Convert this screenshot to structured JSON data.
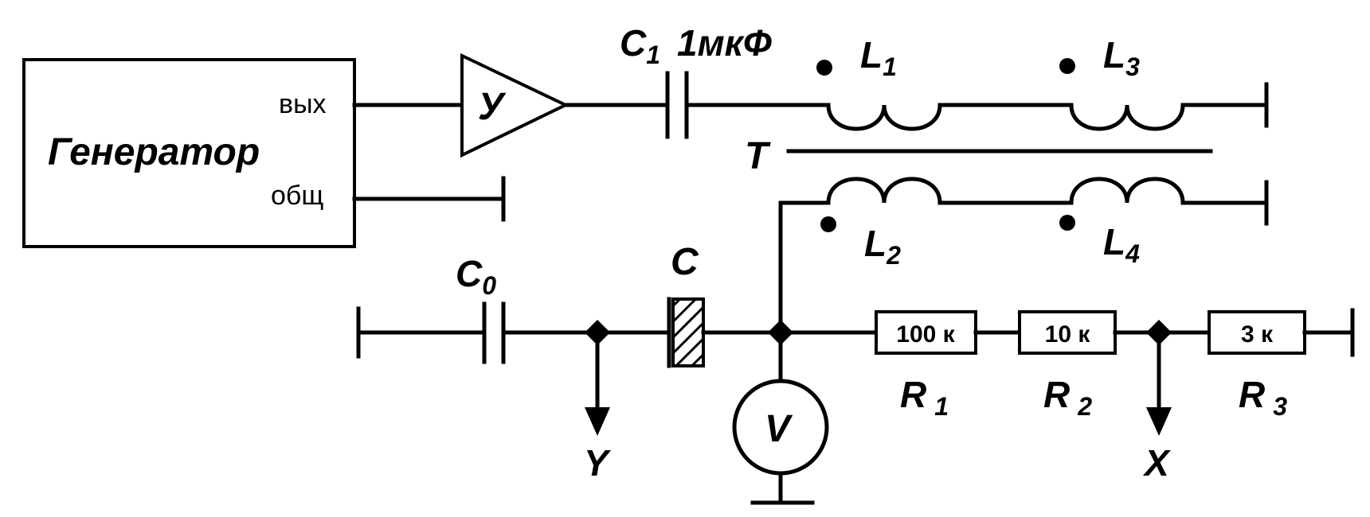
{
  "generator": {
    "title": "Генератор",
    "out_label": "вых",
    "common_label": "общ"
  },
  "amplifier": {
    "label": "У"
  },
  "capacitor_c1": {
    "name": "C",
    "sub": "1",
    "value": "1мкФ"
  },
  "transformer": {
    "label": "T",
    "coils": [
      {
        "name": "L",
        "sub": "1"
      },
      {
        "name": "L",
        "sub": "3"
      },
      {
        "name": "L",
        "sub": "2"
      },
      {
        "name": "L",
        "sub": "4"
      }
    ]
  },
  "capacitor_c0": {
    "name": "C",
    "sub": "0"
  },
  "capacitor_c": {
    "name": "C"
  },
  "voltmeter": {
    "label": "V"
  },
  "resistors": [
    {
      "value": "100 к",
      "name": "R",
      "sub": "1"
    },
    {
      "value": "10 к",
      "name": "R",
      "sub": "2"
    },
    {
      "value": "3 к",
      "name": "R",
      "sub": "3"
    }
  ],
  "outputs": {
    "y_label": "Y",
    "x_label": "X"
  }
}
